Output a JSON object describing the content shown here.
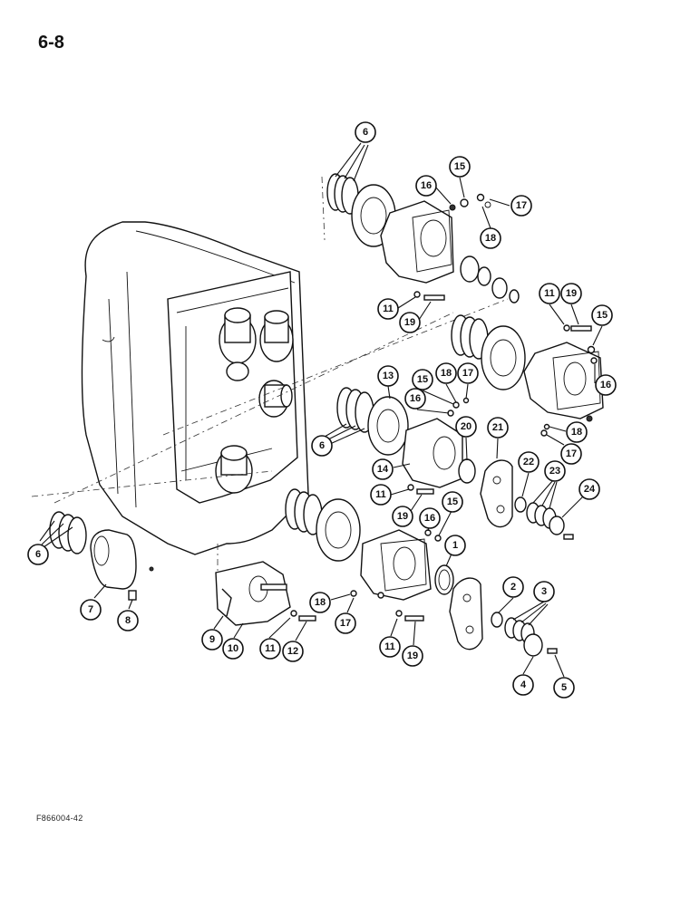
{
  "page": {
    "number": "6-8",
    "figure_code": "F866004-42"
  },
  "callouts": [
    {
      "id": "c6a",
      "label": "6"
    },
    {
      "id": "c15a",
      "label": "15"
    },
    {
      "id": "c16a",
      "label": "16"
    },
    {
      "id": "c17a",
      "label": "17"
    },
    {
      "id": "c18a",
      "label": "18"
    },
    {
      "id": "c11a",
      "label": "11"
    },
    {
      "id": "c19a",
      "label": "19"
    },
    {
      "id": "c11b",
      "label": "11"
    },
    {
      "id": "c19b",
      "label": "19"
    },
    {
      "id": "c15b",
      "label": "15"
    },
    {
      "id": "c16b",
      "label": "16"
    },
    {
      "id": "c18b",
      "label": "18"
    },
    {
      "id": "c17b",
      "label": "17"
    },
    {
      "id": "c13",
      "label": "13"
    },
    {
      "id": "c15c",
      "label": "15"
    },
    {
      "id": "c18c",
      "label": "18"
    },
    {
      "id": "c17c",
      "label": "17"
    },
    {
      "id": "c16c",
      "label": "16"
    },
    {
      "id": "c20",
      "label": "20"
    },
    {
      "id": "c21",
      "label": "21"
    },
    {
      "id": "c6b",
      "label": "6"
    },
    {
      "id": "c14",
      "label": "14"
    },
    {
      "id": "c22",
      "label": "22"
    },
    {
      "id": "c23",
      "label": "23"
    },
    {
      "id": "c24",
      "label": "24"
    },
    {
      "id": "c11c",
      "label": "11"
    },
    {
      "id": "c19c",
      "label": "19"
    },
    {
      "id": "c16d",
      "label": "16"
    },
    {
      "id": "c15d",
      "label": "15"
    },
    {
      "id": "c1",
      "label": "1"
    },
    {
      "id": "c6c",
      "label": "6"
    },
    {
      "id": "c7",
      "label": "7"
    },
    {
      "id": "c8",
      "label": "8"
    },
    {
      "id": "c2",
      "label": "2"
    },
    {
      "id": "c3",
      "label": "3"
    },
    {
      "id": "c18d",
      "label": "18"
    },
    {
      "id": "c17d",
      "label": "17"
    },
    {
      "id": "c9",
      "label": "9"
    },
    {
      "id": "c10",
      "label": "10"
    },
    {
      "id": "c11d",
      "label": "11"
    },
    {
      "id": "c12",
      "label": "12"
    },
    {
      "id": "c11e",
      "label": "11"
    },
    {
      "id": "c19d",
      "label": "19"
    },
    {
      "id": "c4",
      "label": "4"
    },
    {
      "id": "c5",
      "label": "5"
    }
  ]
}
